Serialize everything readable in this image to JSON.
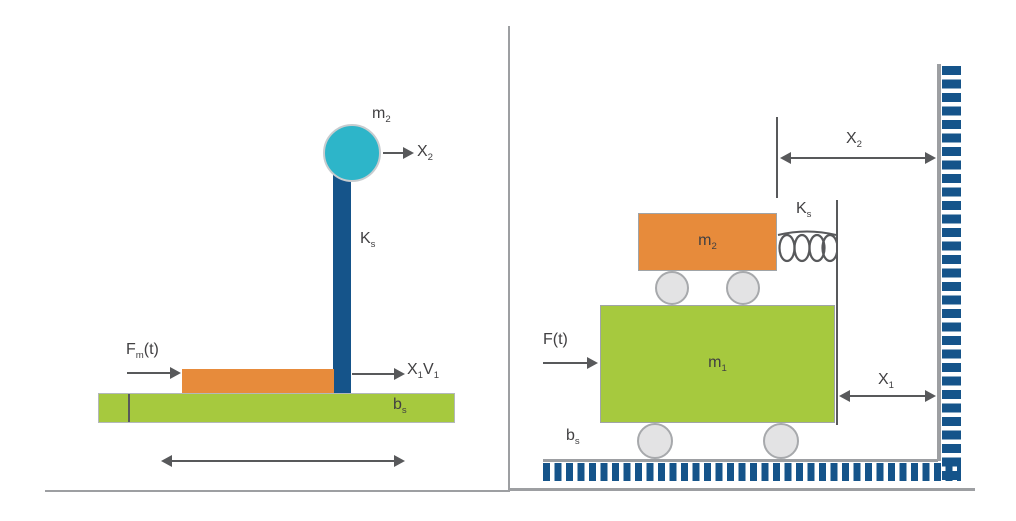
{
  "diagram_title": "Two-mass spring-damper mechanical systems (pendulum-on-cart and stacked-mass cart)",
  "colors": {
    "accent_cyan": "#2db5c9",
    "rod_blue": "#15548a",
    "orange": "#e78b3b",
    "green": "#a6c93e",
    "hatch_blue": "#15548a",
    "line_gray": "#58595b",
    "frame_gray": "#9d9fa2",
    "roller_fill": "#e3e3e4",
    "roller_border": "#a7a9ac",
    "text": "#414042"
  },
  "left_panel": {
    "mass2_label": [
      {
        "t": "m"
      },
      {
        "t": "2",
        "sub": true
      }
    ],
    "x2_label": [
      {
        "t": "X"
      },
      {
        "t": "2",
        "sub": true
      }
    ],
    "spring_label": [
      {
        "t": "K"
      },
      {
        "t": "s",
        "sub": true
      }
    ],
    "force_label": [
      {
        "t": "F"
      },
      {
        "t": "m",
        "sub": true
      },
      {
        "t": "(t)"
      }
    ],
    "x1v1_label": [
      {
        "t": "X"
      },
      {
        "t": "1",
        "sub": true
      },
      {
        "t": "V"
      },
      {
        "t": "1",
        "sub": true
      }
    ],
    "damper_label": [
      {
        "t": "b"
      },
      {
        "t": "s",
        "sub": true
      }
    ]
  },
  "right_panel": {
    "x2_label": [
      {
        "t": "X"
      },
      {
        "t": "2",
        "sub": true
      }
    ],
    "spring_label": [
      {
        "t": "K"
      },
      {
        "t": "s",
        "sub": true
      }
    ],
    "mass2_label": [
      {
        "t": "m"
      },
      {
        "t": "2",
        "sub": true
      }
    ],
    "mass1_label": [
      {
        "t": "m"
      },
      {
        "t": "1",
        "sub": true
      }
    ],
    "force_label": [
      {
        "t": "F(t)"
      }
    ],
    "x1_label": [
      {
        "t": "X"
      },
      {
        "t": "1",
        "sub": true
      }
    ],
    "damper_label": [
      {
        "t": "b"
      },
      {
        "t": "s",
        "sub": true
      }
    ]
  }
}
